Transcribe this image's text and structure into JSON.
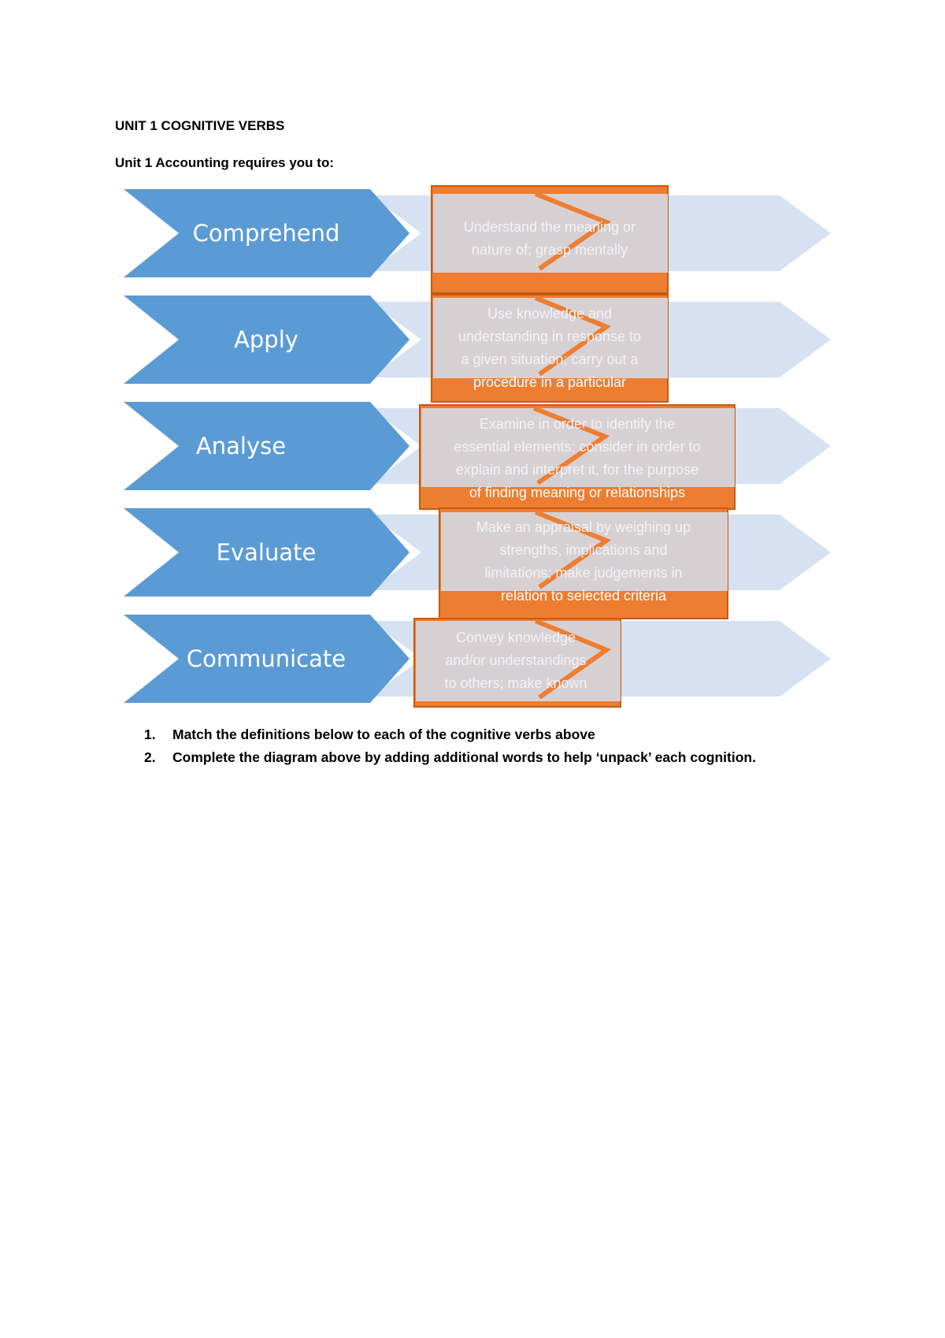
{
  "title": "UNIT 1 COGNITIVE VERBS",
  "subtitle": "Unit 1 Accounting requires you to:",
  "colors": {
    "verb_chevron": "#5b9bd5",
    "light_chevron": "#d6e2f2",
    "orange_box": "#ed7d31",
    "grey_overlay": "#d5d7e0",
    "zigzag": "#ed7d31"
  },
  "verbs": [
    "Comprehend",
    "Apply",
    "Analyse",
    "Evaluate",
    "Communicate"
  ],
  "definitions": [
    {
      "lines": [
        "Understand the meaning or",
        "nature of; grasp mentally"
      ]
    },
    {
      "lines": [
        "Use knowledge and",
        "understanding in response to",
        "a given situation; carry out a",
        "procedure in a particular"
      ]
    },
    {
      "lines": [
        "Examine in order to identify the",
        "essential elements; consider in order to",
        "explain and interpret it, for the purpose",
        "of finding meaning or relationships"
      ]
    },
    {
      "lines": [
        "Make an appraisal by weighing up",
        "strengths, implications and",
        "limitations; make judgements in",
        "relation to selected criteria"
      ]
    },
    {
      "lines": [
        "Convey knowledge",
        "and/or understandings",
        "to others; make known"
      ]
    }
  ],
  "steps": [
    {
      "number": "1.",
      "text": "Match the definitions below to each of the cognitive verbs above"
    },
    {
      "number": "2.",
      "text": "Complete the diagram above by adding additional words to help ‘unpack’ each cognition."
    }
  ]
}
